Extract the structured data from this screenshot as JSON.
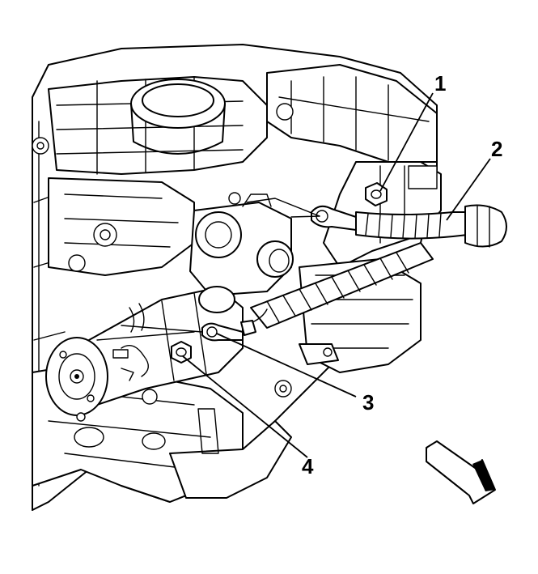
{
  "callouts": [
    {
      "id": "1",
      "label": "1",
      "target": "starter-stud-nut"
    },
    {
      "id": "2",
      "label": "2",
      "target": "positive-battery-cable"
    },
    {
      "id": "3",
      "label": "3",
      "target": "solenoid-wire-terminal"
    },
    {
      "id": "4",
      "label": "4",
      "target": "solenoid-terminal-nut"
    }
  ],
  "orientation_arrow": {
    "icon": "front-of-vehicle-arrow-icon"
  },
  "colors": {
    "line": "#000000",
    "fill": "#ffffff"
  }
}
